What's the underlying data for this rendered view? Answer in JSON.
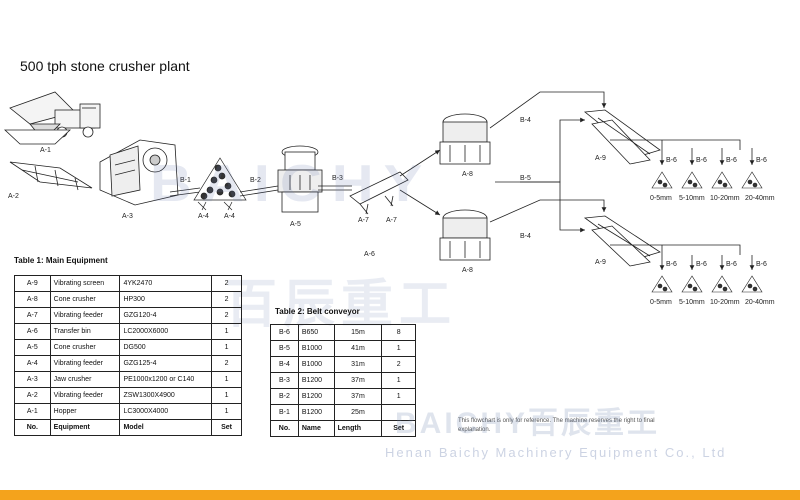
{
  "title": "500 tph stone crusher plant",
  "labels": {
    "a1": "A-1",
    "a2": "A-2",
    "a3": "A-3",
    "a4_left": "A-4",
    "a4_right": "A-4",
    "a5": "A-5",
    "a6": "A-6",
    "a7_left": "A-7",
    "a7_right": "A-7",
    "a8_top": "A-8",
    "a8_bottom": "A-8",
    "a9_top": "A-9",
    "a9_bottom": "A-9",
    "b1": "B-1",
    "b2": "B-2",
    "b3": "B-3",
    "b4_top": "B-4",
    "b5": "B-5",
    "b4_bottom": "B-4",
    "b6": "B-6"
  },
  "output_sizes": [
    "0-5mm",
    "5-10mm",
    "10-20mm",
    "20-40mm"
  ],
  "table1": {
    "caption": "Table 1: Main Equipment",
    "header": [
      "No.",
      "Equipment",
      "Model",
      "Set"
    ],
    "rows": [
      [
        "A-9",
        "Vibrating screen",
        "4YK2470",
        "2"
      ],
      [
        "A-8",
        "Cone crusher",
        "HP300",
        "2"
      ],
      [
        "A-7",
        "Vibrating feeder",
        "GZG120-4",
        "2"
      ],
      [
        "A-6",
        "Transfer bin",
        "LC2000X6000",
        "1"
      ],
      [
        "A-5",
        "Cone crusher",
        "DG500",
        "1"
      ],
      [
        "A-4",
        "Vibrating feeder",
        "GZG125-4",
        "2"
      ],
      [
        "A-3",
        "Jaw crusher",
        "PE1000x1200  or C140",
        "1"
      ],
      [
        "A-2",
        "Vibrating feeder",
        "ZSW1300X4900",
        "1"
      ],
      [
        "A-1",
        "Hopper",
        "LC3000X4000",
        "1"
      ]
    ]
  },
  "table2": {
    "caption": "Table 2: Belt conveyor",
    "header": [
      "No.",
      "Name",
      "Length",
      "Set"
    ],
    "rows": [
      [
        "B-6",
        "B650",
        "15m",
        "8"
      ],
      [
        "B-5",
        "B1000",
        "41m",
        "1"
      ],
      [
        "B-4",
        "B1000",
        "31m",
        "2"
      ],
      [
        "B-3",
        "B1200",
        "37m",
        "1"
      ],
      [
        "B-2",
        "B1200",
        "37m",
        "1"
      ],
      [
        "B-1",
        "B1200",
        "25m",
        ""
      ]
    ]
  },
  "note": "This flowchart is only for reference. The machine reserves the right to final explanation.",
  "watermark": {
    "big": "BAICHY",
    "chinese": "百辰重工",
    "small": "BAICHY百辰重工",
    "company": "Henan Baichy Machinery Equipment Co., Ltd"
  },
  "colors": {
    "accent_bar": "#f4a31c",
    "watermark": "#6e82af",
    "line": "#222222"
  }
}
